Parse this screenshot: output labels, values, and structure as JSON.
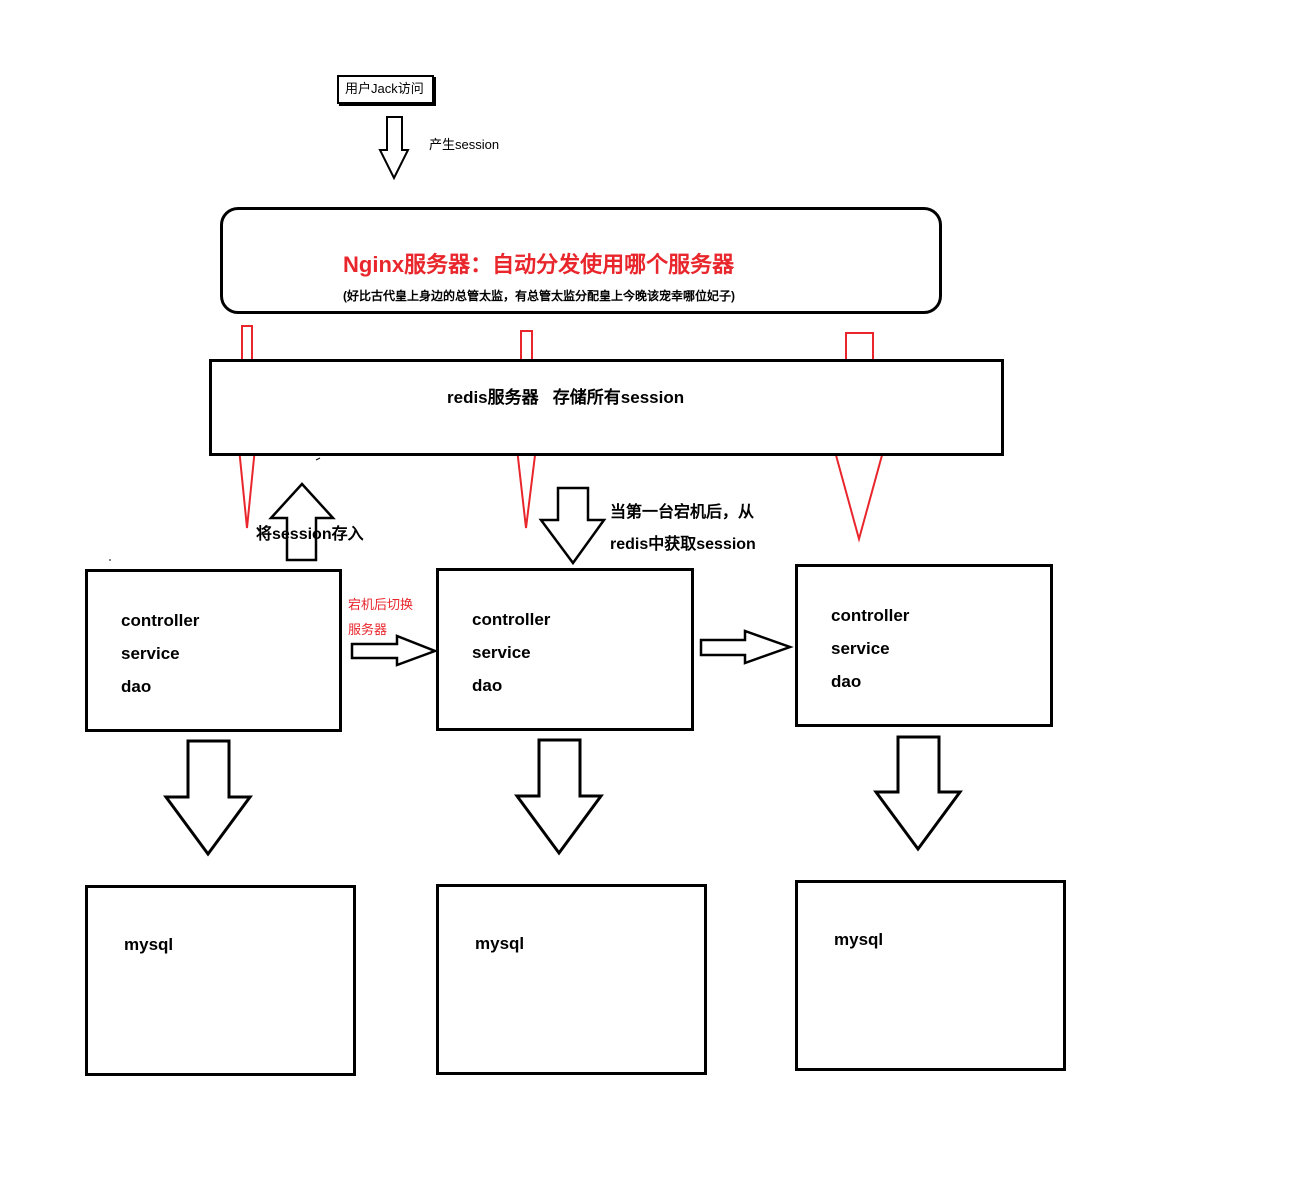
{
  "user": {
    "label": "用户Jack访问",
    "edge_label": "产生session"
  },
  "nginx": {
    "title": "Nginx服务器：自动分发使用哪个服务器",
    "subtitle": "(好比古代皇上身边的总管太监，有总管太监分配皇上今晚该宠幸哪位妃子)",
    "title_color": "#e8262c"
  },
  "redis": {
    "label": "redis服务器   存储所有session"
  },
  "annotations": {
    "store_session": "将session存入",
    "failover_line1": "宕机后切换",
    "failover_line2": "服务器",
    "fetch_line1": "当第一台宕机后，从",
    "fetch_line2": "redis中获取session",
    "failover_color": "#e8262c"
  },
  "servers": [
    {
      "layers": [
        "controller",
        "service",
        "dao"
      ],
      "db": "mysql"
    },
    {
      "layers": [
        "controller",
        "service",
        "dao"
      ],
      "db": "mysql"
    },
    {
      "layers": [
        "controller",
        "service",
        "dao"
      ],
      "db": "mysql"
    }
  ],
  "colors": {
    "red_arrow": "#e8262c",
    "black": "#000000"
  }
}
